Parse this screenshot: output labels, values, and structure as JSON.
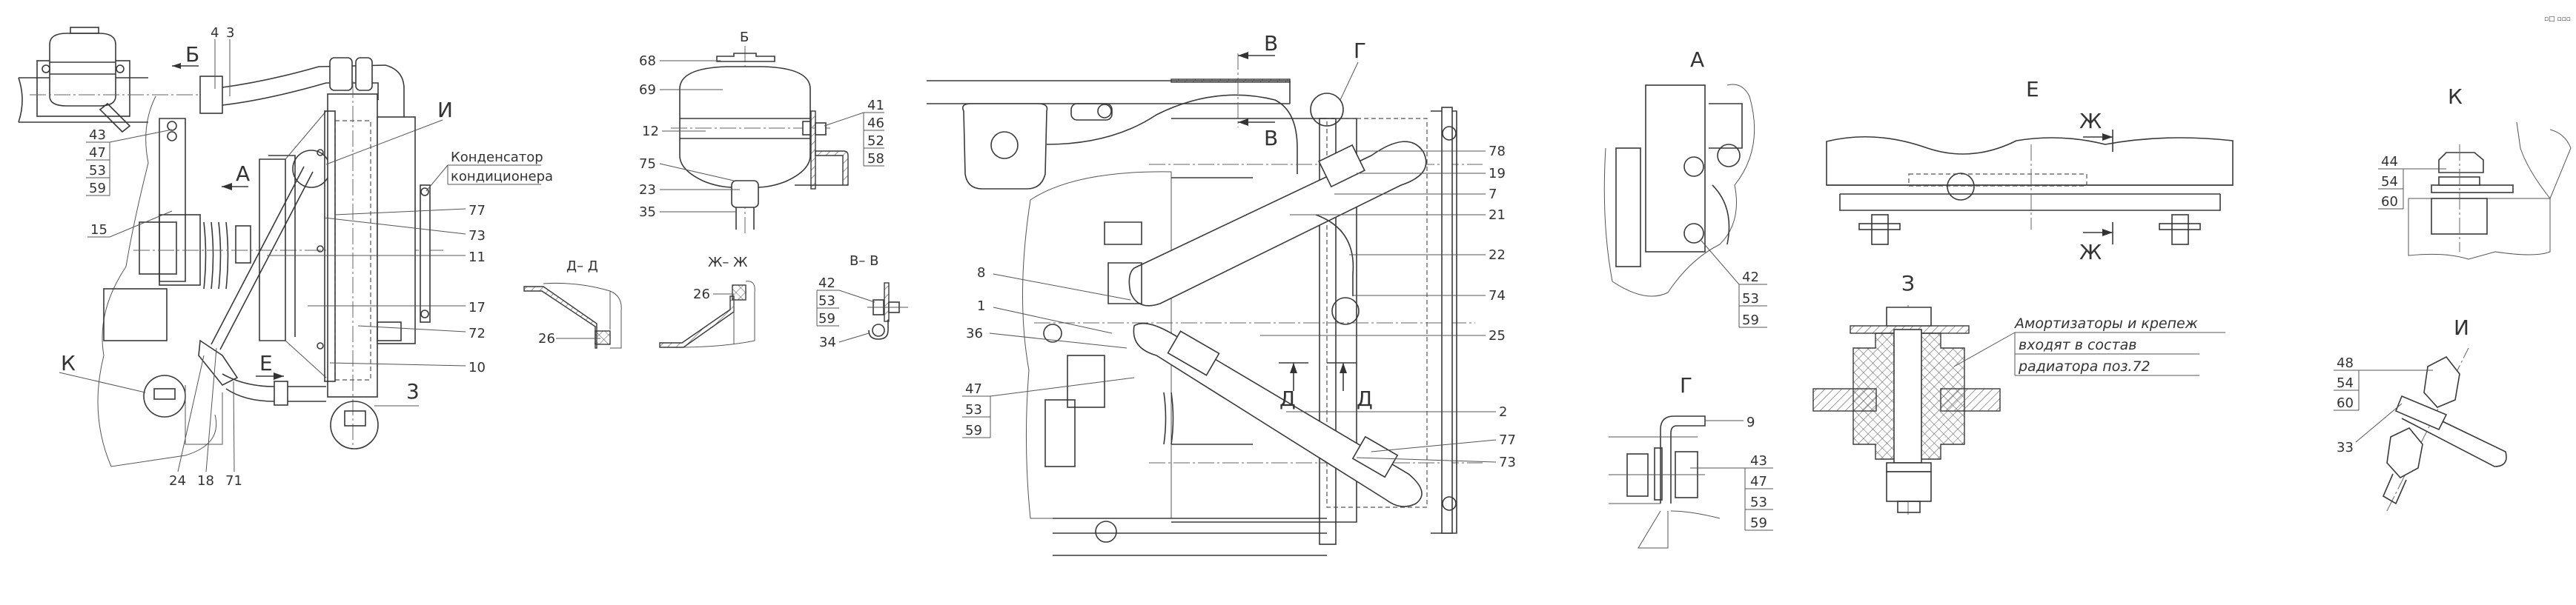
{
  "drawing": {
    "corner_mark": "▫□ ▫▫▫",
    "main_view": {
      "labels": [
        "4",
        "3",
        "43",
        "47",
        "53",
        "59",
        "15",
        "77",
        "73",
        "11",
        "17",
        "72",
        "10",
        "3",
        "24",
        "18",
        "71"
      ],
      "view_arrows": {
        "b": "Б",
        "a": "А",
        "e": "Е",
        "k": "К",
        "i": "И",
        "z": "З"
      },
      "condenser_note": [
        "Конденсатор",
        "кондиционера"
      ]
    },
    "view_b": {
      "title": "Б",
      "labels": [
        "68",
        "69",
        "12",
        "75",
        "23",
        "35"
      ],
      "stack": [
        "41",
        "46",
        "52",
        "58"
      ]
    },
    "section_dd": {
      "title": "Д– Д",
      "labels": [
        "26"
      ]
    },
    "section_zhzh": {
      "title": "Ж– Ж",
      "labels": [
        "26"
      ]
    },
    "section_vv": {
      "title": "В– В",
      "stack": [
        "42",
        "53",
        "59"
      ],
      "labels": [
        "34"
      ]
    },
    "top_view": {
      "markers": {
        "v_top": "В",
        "v_bottom": "В",
        "g": "Г",
        "d1": "Д",
        "d2": "Д"
      },
      "left_labels": [
        "8",
        "1",
        "36"
      ],
      "left_stack": [
        "47",
        "53",
        "59"
      ],
      "right_labels": [
        "78",
        "19",
        "7",
        "21",
        "22",
        "74",
        "25",
        "2",
        "77",
        "73"
      ]
    },
    "view_a": {
      "title": "А",
      "stack": [
        "42",
        "53",
        "59"
      ]
    },
    "view_e": {
      "title": "Е",
      "markers": [
        "Ж",
        "Ж"
      ]
    },
    "view_z": {
      "title": "З",
      "note": [
        "Амортизаторы и крепеж",
        "входят в состав",
        "радиатора поз.72"
      ]
    },
    "view_g": {
      "title": "Г",
      "labels": [
        "9"
      ],
      "stack": [
        "43",
        "47",
        "53",
        "59"
      ]
    },
    "view_k": {
      "title": "К",
      "stack": [
        "44",
        "54",
        "60"
      ]
    },
    "view_i": {
      "title": "И",
      "stack": [
        "48",
        "54",
        "60"
      ],
      "labels": [
        "33"
      ]
    }
  }
}
